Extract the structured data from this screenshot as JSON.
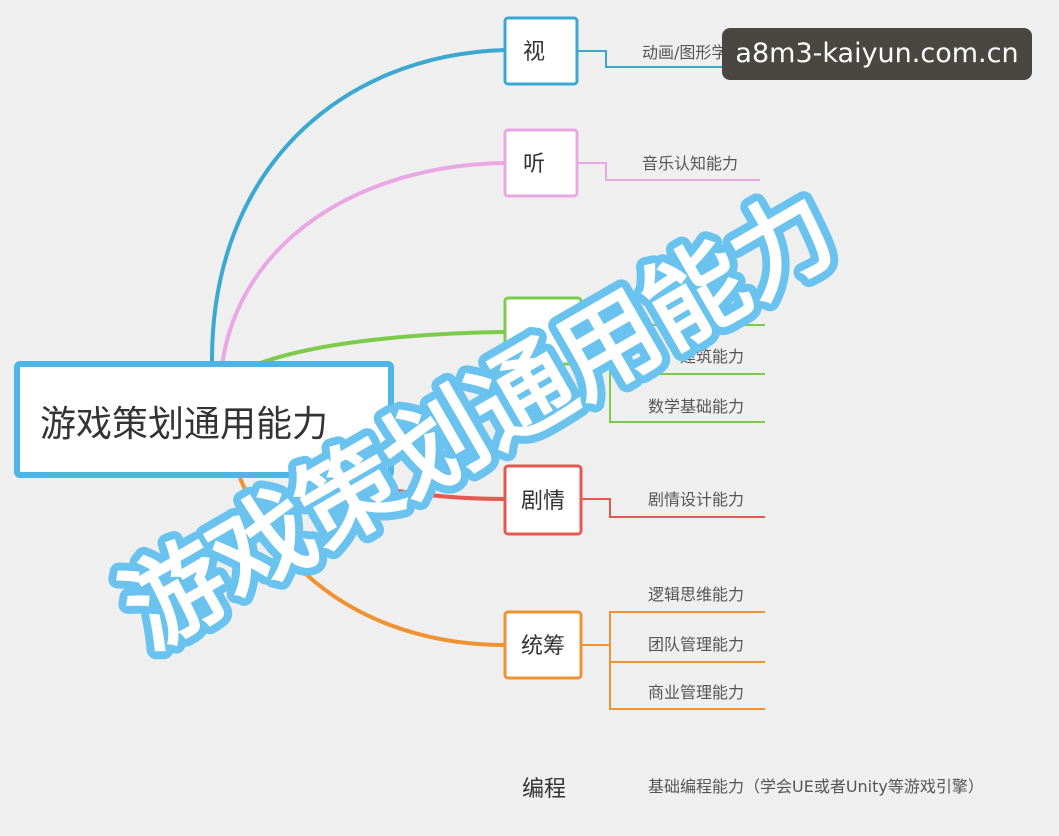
{
  "root": {
    "label": "游戏策划通用能力",
    "color": "#4db6e6"
  },
  "branches": [
    {
      "id": "vision",
      "label": "视",
      "color": "#3aa8d0",
      "leaves": [
        "动画/图形学"
      ]
    },
    {
      "id": "hearing",
      "label": "听",
      "color": "#e9a8e3",
      "leaves": [
        "音乐认知能力"
      ]
    },
    {
      "id": "spatial",
      "label": "",
      "color": "#7ccb4a",
      "leaves": [
        "",
        "建筑能力",
        "数学基础能力"
      ]
    },
    {
      "id": "story",
      "label": "剧情",
      "color": "#e55a50",
      "leaves": [
        "剧情设计能力"
      ]
    },
    {
      "id": "planning",
      "label": "统筹",
      "color": "#ef9232",
      "leaves": [
        "逻辑思维能力",
        "团队管理能力",
        "商业管理能力"
      ]
    },
    {
      "id": "programming",
      "label": "编程",
      "color": "#444444",
      "leaves": [
        "基础编程能力（学会UE或者Unity等游戏引擎）"
      ]
    }
  ],
  "overlay": {
    "big_title": "游戏策划通用能力",
    "watermark": "a8m3-kaiyun.com.cn",
    "big_title_fill": "#ffffff",
    "big_title_stroke": "#6ac3ee"
  }
}
